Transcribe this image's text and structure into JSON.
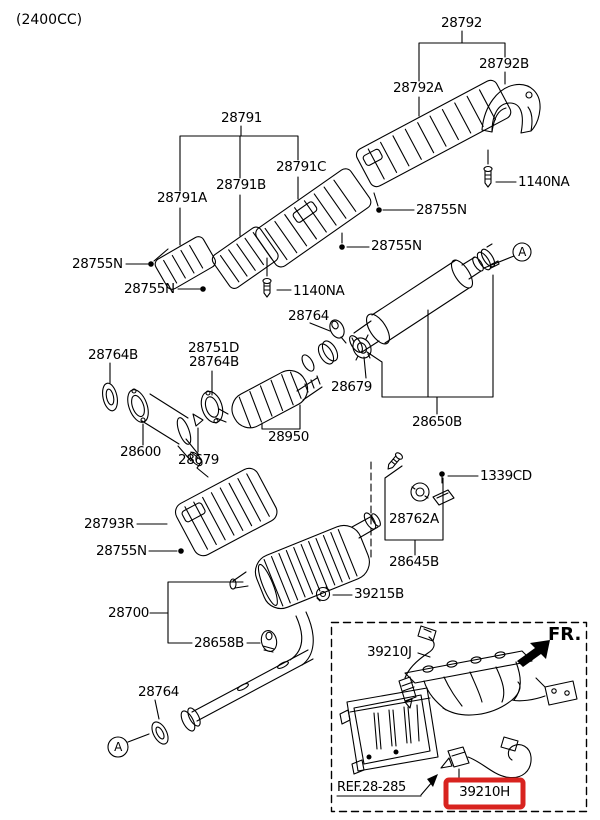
{
  "page": {
    "engine_label": "(2400CC)",
    "background_color": "#ffffff",
    "line_color": "#000000"
  },
  "callouts": [
    {
      "id": "28792",
      "text": "28792"
    },
    {
      "id": "28792b",
      "text": "28792B"
    },
    {
      "id": "28792a",
      "text": "28792A"
    },
    {
      "id": "1140na-upper",
      "text": "1140NA"
    },
    {
      "id": "28755n-upper",
      "text": "28755N"
    },
    {
      "id": "28791",
      "text": "28791"
    },
    {
      "id": "28791c",
      "text": "28791C"
    },
    {
      "id": "28791b",
      "text": "28791B"
    },
    {
      "id": "28791a",
      "text": "28791A"
    },
    {
      "id": "28755n-left-1",
      "text": "28755N"
    },
    {
      "id": "28755n-left-2",
      "text": "28755N"
    },
    {
      "id": "28755n-center",
      "text": "28755N"
    },
    {
      "id": "1140na-left",
      "text": "1140NA"
    },
    {
      "id": "28764-mid",
      "text": "28764"
    },
    {
      "id": "28764b-left",
      "text": "28764B"
    },
    {
      "id": "28751d",
      "text": "28751D"
    },
    {
      "id": "28764b-stack",
      "text": "28764B"
    },
    {
      "id": "28679-right",
      "text": "28679"
    },
    {
      "id": "28650b",
      "text": "28650B"
    },
    {
      "id": "28950",
      "text": "28950"
    },
    {
      "id": "28600",
      "text": "28600"
    },
    {
      "id": "28679-left",
      "text": "28679"
    },
    {
      "id": "1339cd",
      "text": "1339CD"
    },
    {
      "id": "28762a",
      "text": "28762A"
    },
    {
      "id": "28645b",
      "text": "28645B"
    },
    {
      "id": "28793r",
      "text": "28793R"
    },
    {
      "id": "28755n-lower",
      "text": "28755N"
    },
    {
      "id": "39215b",
      "text": "39215B"
    },
    {
      "id": "28700",
      "text": "28700"
    },
    {
      "id": "28658b",
      "text": "28658B"
    },
    {
      "id": "28764-lower",
      "text": "28764"
    }
  ],
  "view_markers": [
    {
      "id": "view-a-upper",
      "text": "A"
    },
    {
      "id": "view-a-lower",
      "text": "A"
    }
  ],
  "inset": {
    "direction_label": "FR.",
    "callouts": [
      {
        "id": "39210j",
        "text": "39210J"
      }
    ],
    "reference_label": "REF.28-285",
    "highlighted_callout": {
      "id": "39210h",
      "text": "39210H",
      "highlight_color": "#d8231f"
    }
  }
}
